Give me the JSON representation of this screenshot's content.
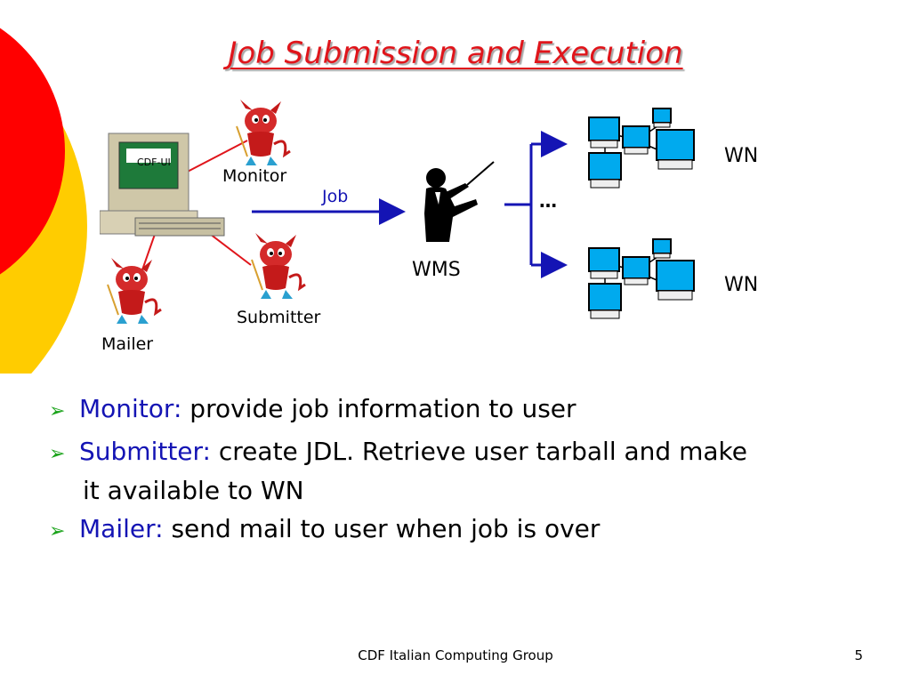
{
  "slide": {
    "title": "Job Submission and Execution",
    "diagram": {
      "ui_label": "CDF-UI",
      "monitor_label": "Monitor",
      "submitter_label": "Submitter",
      "mailer_label": "Mailer",
      "job_label": "Job",
      "wms_label": "WMS",
      "ellipsis": "…",
      "wn_top_label": "WN",
      "wn_bottom_label": "WN"
    },
    "bullets": [
      {
        "term": "Monitor:",
        "text": "provide job information to user",
        "cont": ""
      },
      {
        "term": "Submitter:",
        "text": "create JDL. Retrieve user tarball and make",
        "cont": "it available to WN"
      },
      {
        "term": "Mailer:",
        "text": "send mail to user when job is over",
        "cont": ""
      }
    ],
    "footer": "CDF Italian Computing Group",
    "page_number": "5"
  },
  "colors": {
    "title": "#e0151b",
    "term": "#1414b4",
    "arrow": "#1414b4",
    "bullet_marker": "#1aa31a",
    "decor_red": "#ff0000",
    "decor_yellow": "#ffcc00",
    "line_red": "#e0151b"
  },
  "icons": [
    "devil-mascot-icon",
    "computer-terminal-icon",
    "conductor-icon",
    "network-computers-icon",
    "bullet-arrow-icon"
  ]
}
